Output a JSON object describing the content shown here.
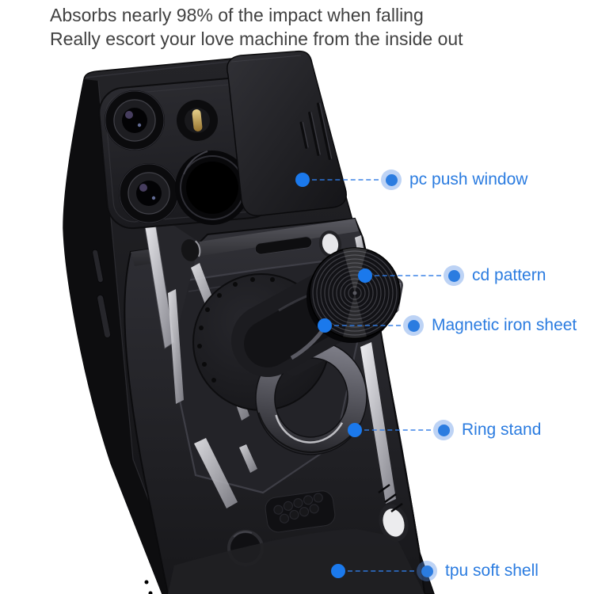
{
  "header": {
    "line1": "Absorbs nearly 98% of the impact when falling",
    "line2": "Really escort your love machine from the inside out"
  },
  "callouts": [
    {
      "feature": "camera-slide-cover",
      "label": "pc push window"
    },
    {
      "feature": "cd-texture-disc",
      "label": "cd pattern"
    },
    {
      "feature": "magnetic-iron-sheet",
      "label": "Magnetic iron sheet"
    },
    {
      "feature": "ring-stand",
      "label": "Ring stand"
    },
    {
      "feature": "tpu-soft-shell",
      "label": "tpu soft shell"
    }
  ],
  "colors": {
    "background": "#ffffff",
    "header_text": "#414141",
    "callout_text": "#2b7ce0",
    "callout_dot": "#1b79ec",
    "callout_halo": "rgba(82,140,230,0.38)",
    "case_black": "#1b1b1e",
    "accent_silver": "#c9c9cf"
  }
}
